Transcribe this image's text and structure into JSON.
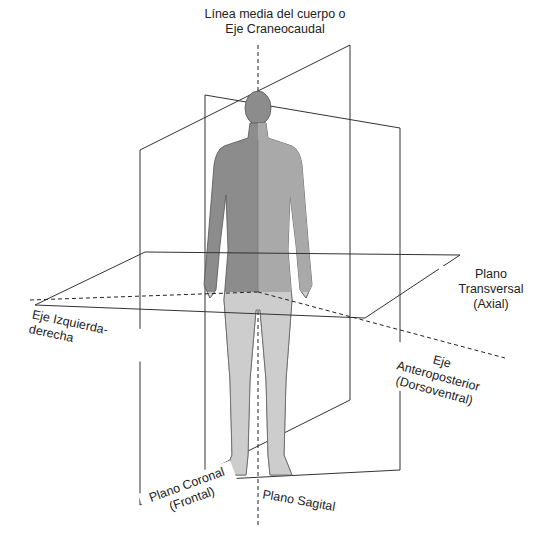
{
  "diagram": {
    "labels": [
      "Línea media del cuerpo o Eje Craneocaudal",
      "Plano Transversal (Axial)",
      "Eje Izquierda-derecha",
      "Eje Anteroposterior (Dorsoventral)",
      "Plano Coronal (Frontal)",
      "Plano Sagital"
    ]
  }
}
